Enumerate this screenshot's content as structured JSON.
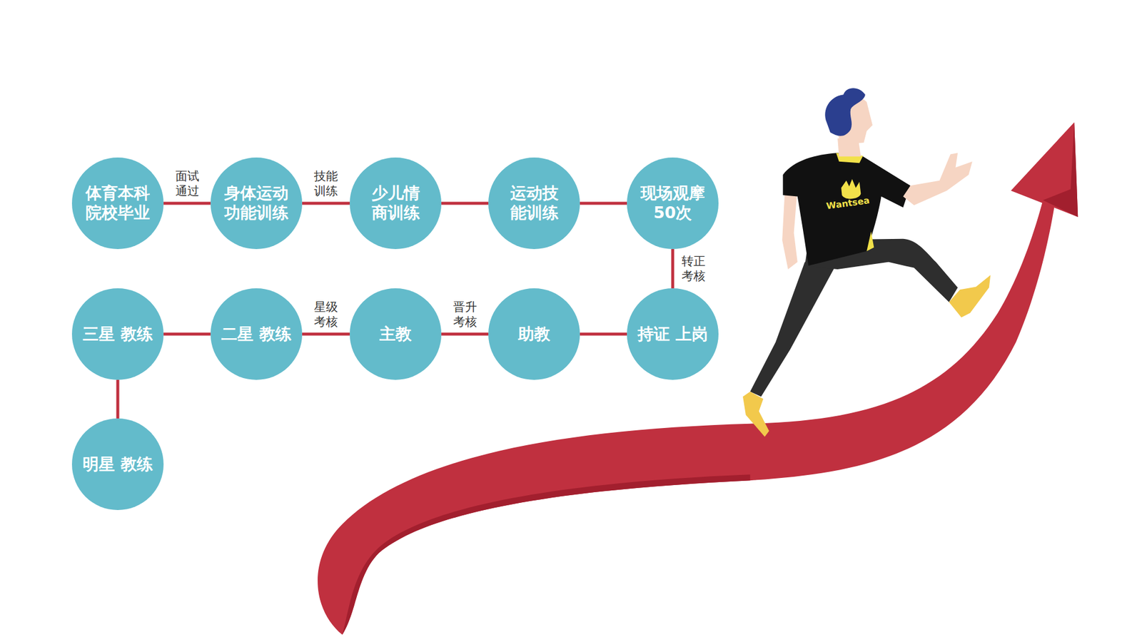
{
  "diagram": {
    "nodes": [
      {
        "text": [
          "体育本科 院校毕业"
        ]
      },
      {
        "text": [
          "身体运动 功能训练"
        ]
      },
      {
        "text": [
          "少儿情 商训练"
        ]
      },
      {
        "text": [
          "运动技 能训练"
        ]
      },
      {
        "text": [
          "现场观摩 50次"
        ]
      },
      {
        "text": [
          "持证 上岗"
        ]
      },
      {
        "text": [
          "助教"
        ]
      },
      {
        "text": [
          "主教"
        ]
      },
      {
        "text": [
          "二星 教练"
        ]
      },
      {
        "text": [
          "三星 教练"
        ]
      },
      {
        "text": [
          "明星 教练"
        ]
      }
    ],
    "edges": [
      {
        "from": 0,
        "to": 1,
        "label": "面试 通过",
        "arrow": "none"
      },
      {
        "from": 1,
        "to": 2,
        "label": "技能 训练",
        "arrow": "none"
      },
      {
        "from": 2,
        "to": 3,
        "arrow": "none"
      },
      {
        "from": 3,
        "to": 4,
        "arrow": "none"
      },
      {
        "from": 4,
        "to": 5,
        "label": "转正 考核",
        "arrow": "none"
      },
      {
        "from": 5,
        "to": 6,
        "arrow": "none"
      },
      {
        "from": 6,
        "to": 7,
        "label": "晋升 考核",
        "arrow": "none"
      },
      {
        "from": 7,
        "to": 8,
        "label": "星级 考核",
        "arrow": "none"
      },
      {
        "from": 8,
        "to": 9,
        "arrow": "none"
      },
      {
        "from": 9,
        "to": 10,
        "arrow": "none"
      }
    ],
    "labels": [
      "Wantsea"
    ]
  }
}
